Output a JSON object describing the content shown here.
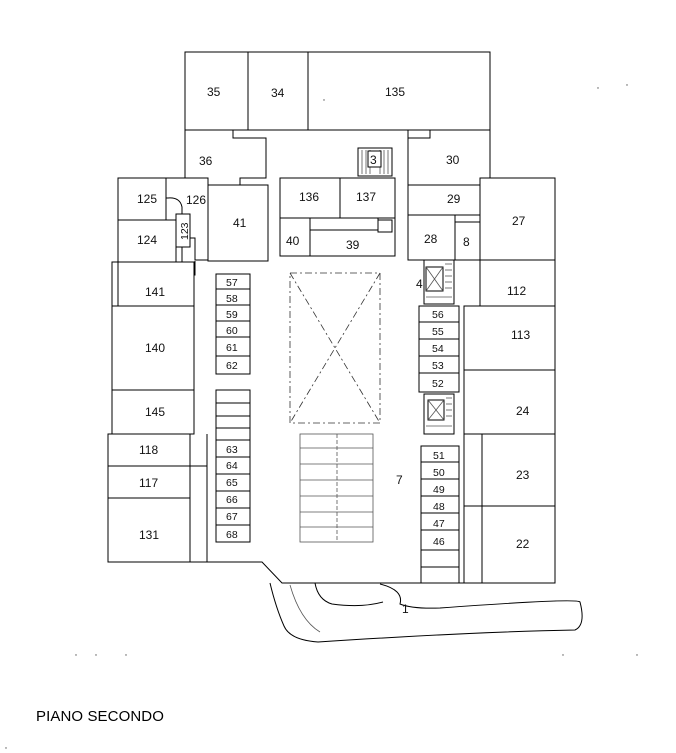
{
  "floor_label": "PIANO SECONDO",
  "rooms": {
    "r35": "35",
    "r34": "34",
    "r135": "135",
    "r36": "36",
    "r3": "3",
    "r30": "30",
    "r125": "125",
    "r126": "126",
    "r123": "123",
    "r124": "124",
    "r41": "41",
    "r136": "136",
    "r137": "137",
    "r40": "40",
    "r39": "39",
    "r29": "29",
    "r28": "28",
    "r8": "8",
    "r27": "27",
    "r4": "4",
    "r141": "141",
    "r112": "112",
    "r140": "140",
    "r113": "113",
    "r145": "145",
    "r24": "24",
    "r118": "118",
    "r117": "117",
    "r131": "131",
    "r23": "23",
    "r22": "22",
    "r7": "7",
    "r1": "1",
    "r57": "57",
    "r58": "58",
    "r59": "59",
    "r60": "60",
    "r61": "61",
    "r62": "62",
    "r63": "63",
    "r64": "64",
    "r65": "65",
    "r66": "66",
    "r67": "67",
    "r68": "68",
    "r56": "56",
    "r55": "55",
    "r54": "54",
    "r53": "53",
    "r52": "52",
    "r51": "51",
    "r50": "50",
    "r49": "49",
    "r48": "48",
    "r47": "47",
    "r46": "46"
  }
}
